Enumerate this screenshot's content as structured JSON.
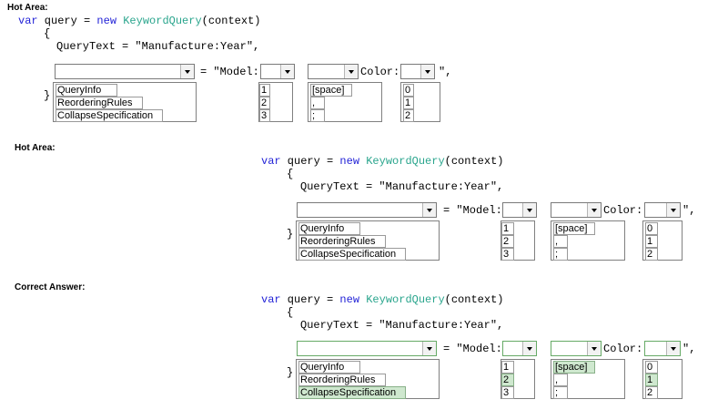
{
  "sections": [
    {
      "title": "Hot Area:"
    },
    {
      "title": "Hot Area:"
    },
    {
      "title": "Correct Answer:"
    }
  ],
  "code": {
    "var_kw": "var",
    "query_text": " query = ",
    "new_kw": "new",
    "class_name": "KeywordQuery",
    "ctx": "(context)",
    "open_brace": "{",
    "query_text_line": "QueryText = \"Manufacture:Year\",",
    "eq_model": "= \"Model:",
    "color": "Color:",
    "end_quote": "\",",
    "close_brace": "}"
  },
  "lists": {
    "property": [
      "QueryInfo",
      "ReorderingRules",
      "CollapseSpecification"
    ],
    "model_num": [
      "1",
      "2",
      "3"
    ],
    "separator": [
      "[space]",
      ",",
      ";"
    ],
    "color_num": [
      "0",
      "1",
      "2"
    ]
  },
  "correct_answer": {
    "property": "CollapseSpecification",
    "model_num": "2",
    "separator": "[space]",
    "color_num": "1"
  }
}
